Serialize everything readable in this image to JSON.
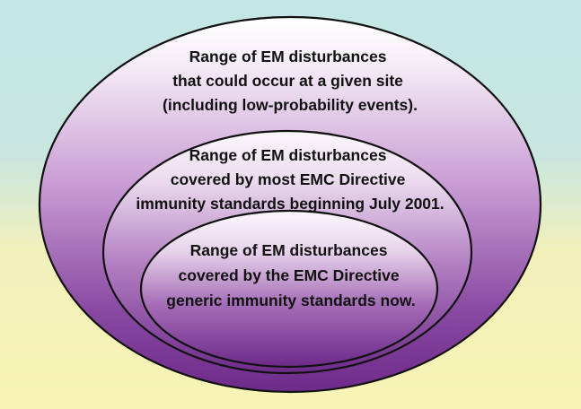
{
  "diagram": {
    "ellipses": [
      {
        "id": "outer",
        "lines": [
          "Range of EM disturbances",
          "that could occur at a given site",
          "(including low-probability events)."
        ]
      },
      {
        "id": "middle",
        "lines": [
          "Range of EM disturbances",
          "covered by most EMC Directive",
          "immunity standards beginning July 2001."
        ]
      },
      {
        "id": "inner",
        "lines": [
          "Range of EM disturbances",
          "covered by the EMC Directive",
          "generic immunity standards now."
        ]
      }
    ],
    "colors": {
      "ellipse_top": "#f6eef7",
      "ellipse_bottom": "#6e2a8a",
      "outline": "#111111",
      "background_top": "#c3e6e6",
      "background_bottom": "#f8f4b6"
    }
  }
}
